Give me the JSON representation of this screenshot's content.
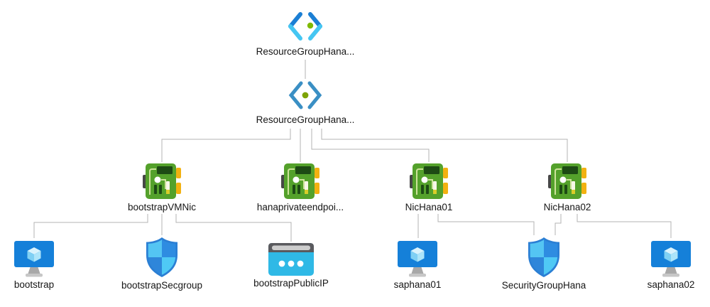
{
  "diagram": {
    "connector_color": "#b3b3b3",
    "background": "#ffffff",
    "nodes": {
      "rg_outer": {
        "label": "ResourceGroupHana...",
        "type": "resource-group"
      },
      "rg_inner": {
        "label": "ResourceGroupHana...",
        "type": "resource-group"
      },
      "nic_bootstrap": {
        "label": "bootstrapVMNic",
        "type": "network-interface"
      },
      "nic_private_ep": {
        "label": "hanaprivateendpoi...",
        "type": "network-interface"
      },
      "nic_hana01": {
        "label": "NicHana01",
        "type": "network-interface"
      },
      "nic_hana02": {
        "label": "NicHana02",
        "type": "network-interface"
      },
      "vm_bootstrap": {
        "label": "bootstrap",
        "type": "virtual-machine"
      },
      "nsg_bootstrap": {
        "label": "bootstrapSecgroup",
        "type": "network-security-group"
      },
      "pip_bootstrap": {
        "label": "bootstrapPublicIP",
        "type": "public-ip-address"
      },
      "vm_saphana01": {
        "label": "saphana01",
        "type": "virtual-machine"
      },
      "nsg_hana": {
        "label": "SecurityGroupHana",
        "type": "network-security-group"
      },
      "vm_saphana02": {
        "label": "saphana02",
        "type": "virtual-machine"
      }
    },
    "edges": [
      {
        "from": "rg_outer",
        "to": "rg_inner"
      },
      {
        "from": "rg_inner",
        "to": "nic_bootstrap"
      },
      {
        "from": "rg_inner",
        "to": "nic_private_ep"
      },
      {
        "from": "rg_inner",
        "to": "nic_hana01"
      },
      {
        "from": "rg_inner",
        "to": "nic_hana02"
      },
      {
        "from": "nic_bootstrap",
        "to": "vm_bootstrap"
      },
      {
        "from": "nic_bootstrap",
        "to": "nsg_bootstrap"
      },
      {
        "from": "nic_bootstrap",
        "to": "pip_bootstrap"
      },
      {
        "from": "nic_hana01",
        "to": "vm_saphana01"
      },
      {
        "from": "nic_hana01",
        "to": "nsg_hana"
      },
      {
        "from": "nic_hana02",
        "to": "nsg_hana"
      },
      {
        "from": "nic_hana02",
        "to": "vm_saphana02"
      }
    ],
    "icon_colors": {
      "rg_bracket_dark_blue": "#1b7fd4",
      "rg_bracket_cyan": "#45c6f2",
      "rg_flat_bracket_blue": "#3a8fc4",
      "rg_dot_green": "#7fba00",
      "nic_body_green": "#54a12b",
      "nic_detail_dark_green": "#1d4a14",
      "nic_pin_yellow": "#f2b111",
      "vm_screen_blue": "#1580d9",
      "shield_light_cyan": "#54c5f3",
      "shield_medium_blue": "#2e8ce1",
      "public_ip_cyan": "#2fb9e6",
      "public_ip_bar_gray": "#5a5a5e"
    }
  }
}
